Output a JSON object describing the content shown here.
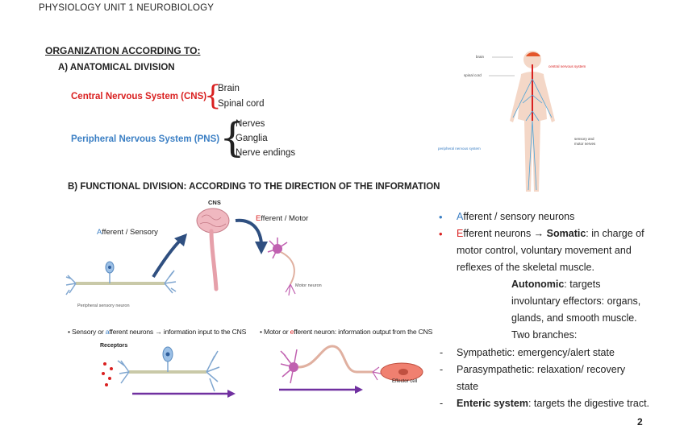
{
  "header": "PHYSIOLOGY UNIT 1 NEUROBIOLOGY",
  "org_title": "ORGANIZATION ACCORDING TO:",
  "anatomical": {
    "title": "A) ANATOMICAL DIVISION",
    "cns": {
      "label": "Central Nervous System (CNS)",
      "items": [
        "Brain",
        "Spinal cord"
      ]
    },
    "pns": {
      "label": "Peripheral Nervous System (PNS)",
      "items": [
        "Nerves",
        "Ganglia",
        "Nerve endings"
      ]
    }
  },
  "functional": {
    "title": "B) FUNCTIONAL DIVISION: ACCORDING TO THE DIRECTION OF THE INFORMATION",
    "cns_label": "CNS",
    "afferent_first": "A",
    "afferent_rest": "fferent / Sensory",
    "efferent_first": "E",
    "efferent_rest": "fferent / Motor",
    "motor_neuron": "Motor neuron",
    "peripheral_sensory_neuron": "Peripheral sensory neuron",
    "caption_left_pre": "• Sensory or ",
    "caption_left_a": "a",
    "caption_left_post": "fferent neurons → information input to the CNS",
    "caption_right_pre": "• Motor or ",
    "caption_right_e": "e",
    "caption_right_post": "fferent neuron: information output from the CNS",
    "receptors": "Receptors",
    "effector_cell": "Effector cell"
  },
  "body_figure": {
    "brain": "brain",
    "spinal_cord": "spinal cord",
    "cns": "central nervous system",
    "pns": "peripheral nervous system",
    "sensory_motor_1": "sensory and",
    "sensory_motor_2": "motor nerves"
  },
  "right": {
    "afferent_first": "A",
    "afferent_rest": "fferent / sensory neurons",
    "efferent_first": "E",
    "efferent_rest": "fferent neurons → ",
    "somatic": "Somatic",
    "somatic_rest": ": in charge of",
    "somatic_l2": "motor control, voluntary movement and",
    "somatic_l3": "reflexes of the skeletal muscle.",
    "autonomic": "Autonomic",
    "autonomic_rest": ": targets",
    "autonomic_l2": "involuntary effectors: organs,",
    "autonomic_l3": "glands, and smooth muscle.",
    "autonomic_l4": "Two branches:",
    "sympathetic": "Sympathetic: emergency/alert state",
    "parasympathetic": "Parasympathetic: relaxation/ recovery",
    "parasympathetic_l2": "state",
    "enteric": "Enteric system",
    "enteric_rest": ": targets the digestive tract."
  },
  "page_number": "2",
  "colors": {
    "red": "#d92020",
    "blue": "#3b7fc4",
    "arrow_blue": "#2f4f80",
    "purple": "#7030a0"
  }
}
